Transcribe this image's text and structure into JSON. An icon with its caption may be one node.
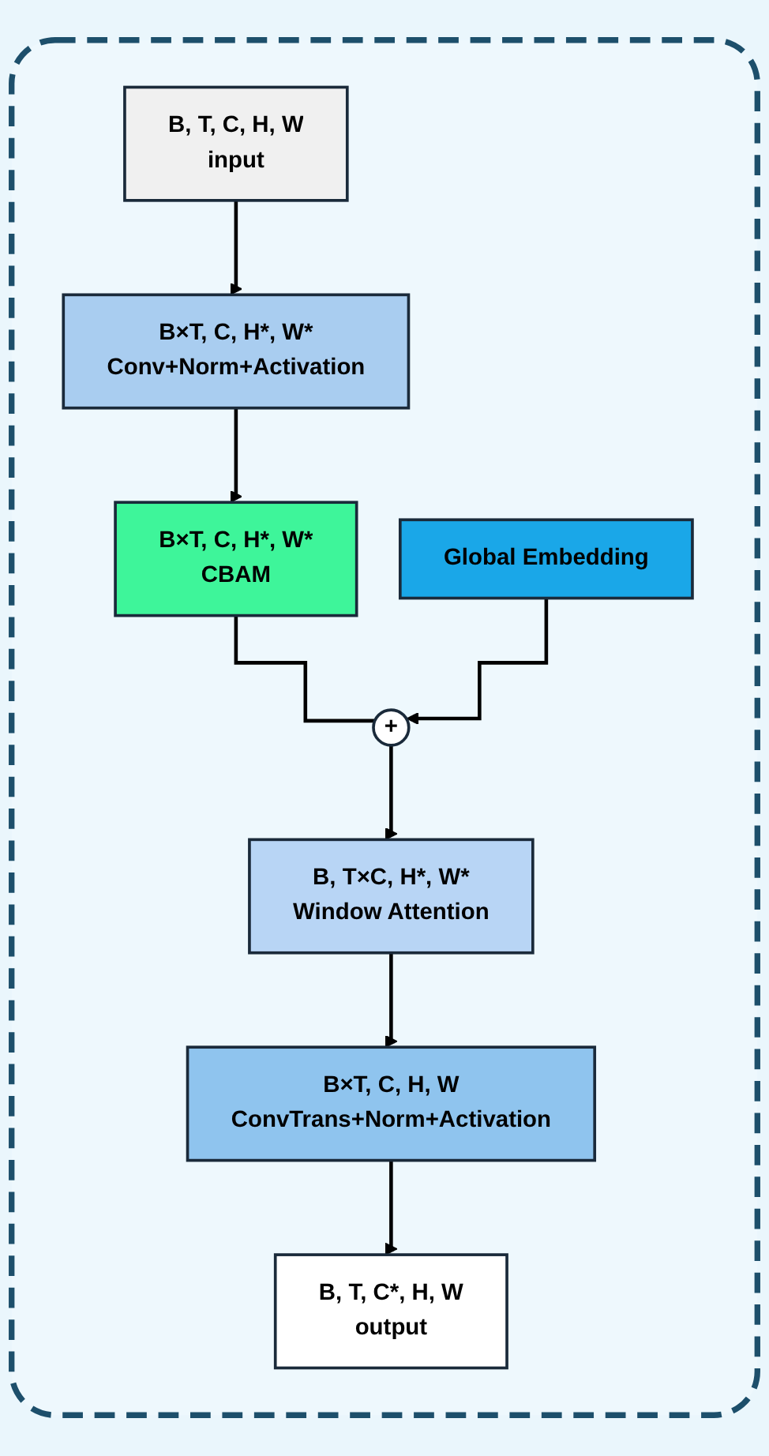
{
  "diagram": {
    "nodes": [
      {
        "text": [],
        "shape": "box"
      },
      {
        "text": [
          "B, T, C, H, W",
          "input"
        ],
        "in": 0
      },
      {
        "text": [
          "B×T, C, H*, W*",
          "Conv+Norm+Activation"
        ],
        "in": 0
      },
      {
        "text": [
          "B×T, C, H*, W*",
          "CBAM"
        ],
        "in": 0
      },
      {
        "text": [
          "Global Embedding"
        ],
        "in": 0
      },
      {
        "text": [
          "+"
        ],
        "in": 0
      },
      {
        "text": [
          "B, T×C, H*, W*",
          "Window Attention"
        ],
        "in": 0
      },
      {
        "text": [
          "B×T, C, H, W",
          "ConvTrans+Norm+Activation"
        ],
        "in": 0
      },
      {
        "text": [
          "B, T, C*, H, W",
          "output"
        ],
        "in": 0
      }
    ],
    "edges": [
      {
        "from": 1,
        "to": 2,
        "arrow": "to"
      },
      {
        "from": 2,
        "to": 3,
        "arrow": "to"
      },
      {
        "from": 3,
        "to": 5,
        "arrow": "none"
      },
      {
        "from": 4,
        "to": 5,
        "arrow": "to"
      },
      {
        "from": 5,
        "to": 6,
        "arrow": "to"
      },
      {
        "from": 6,
        "to": 7,
        "arrow": "to"
      },
      {
        "from": 7,
        "to": 8,
        "arrow": "to"
      }
    ]
  }
}
